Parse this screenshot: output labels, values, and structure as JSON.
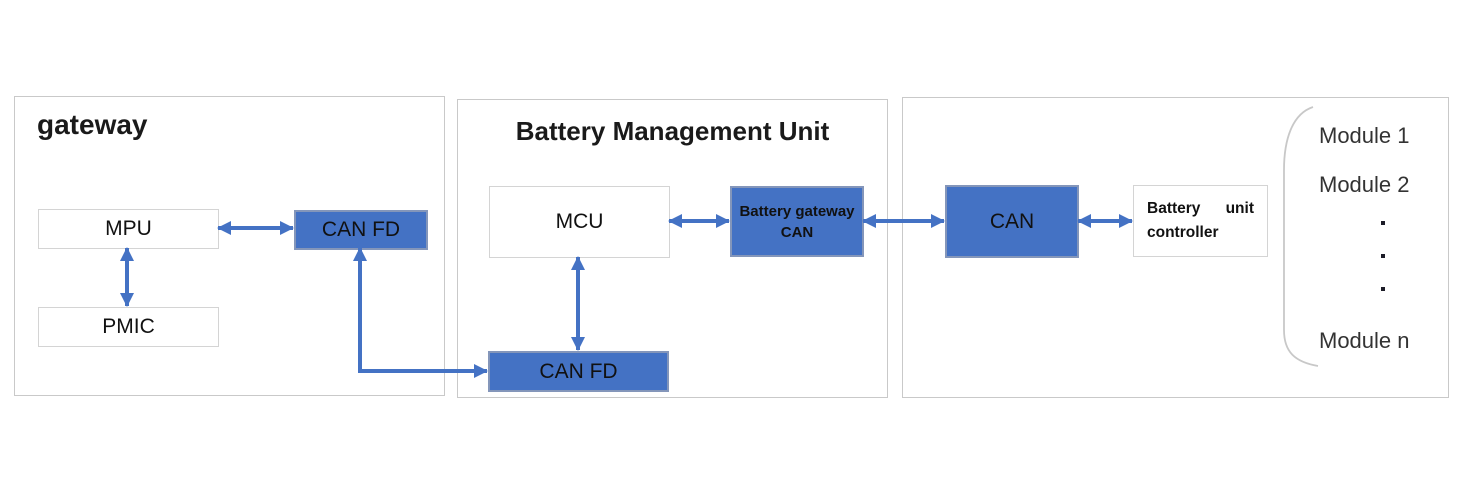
{
  "colors": {
    "accent_blue": "#4472C4",
    "container_border_gray": "#c9c9c9",
    "brace_gray": "#c8c8c8"
  },
  "gateway": {
    "title": "gateway",
    "mpu_label": "MPU",
    "pmic_label": "PMIC",
    "canfd_label": "CAN FD"
  },
  "bmu": {
    "title": "Battery Management Unit",
    "mcu_label": "MCU",
    "battery_gateway_can_line1": "Battery gateway",
    "battery_gateway_can_line2": "CAN",
    "canfd_label": "CAN FD"
  },
  "battery_pack": {
    "can_label": "CAN",
    "controller_word1": "Battery",
    "controller_word2": "unit",
    "controller_line2": "controller",
    "modules": {
      "first": "Module 1",
      "second": "Module 2",
      "ellipsis_icon": "vertical-ellipsis",
      "last": "Module n"
    }
  }
}
